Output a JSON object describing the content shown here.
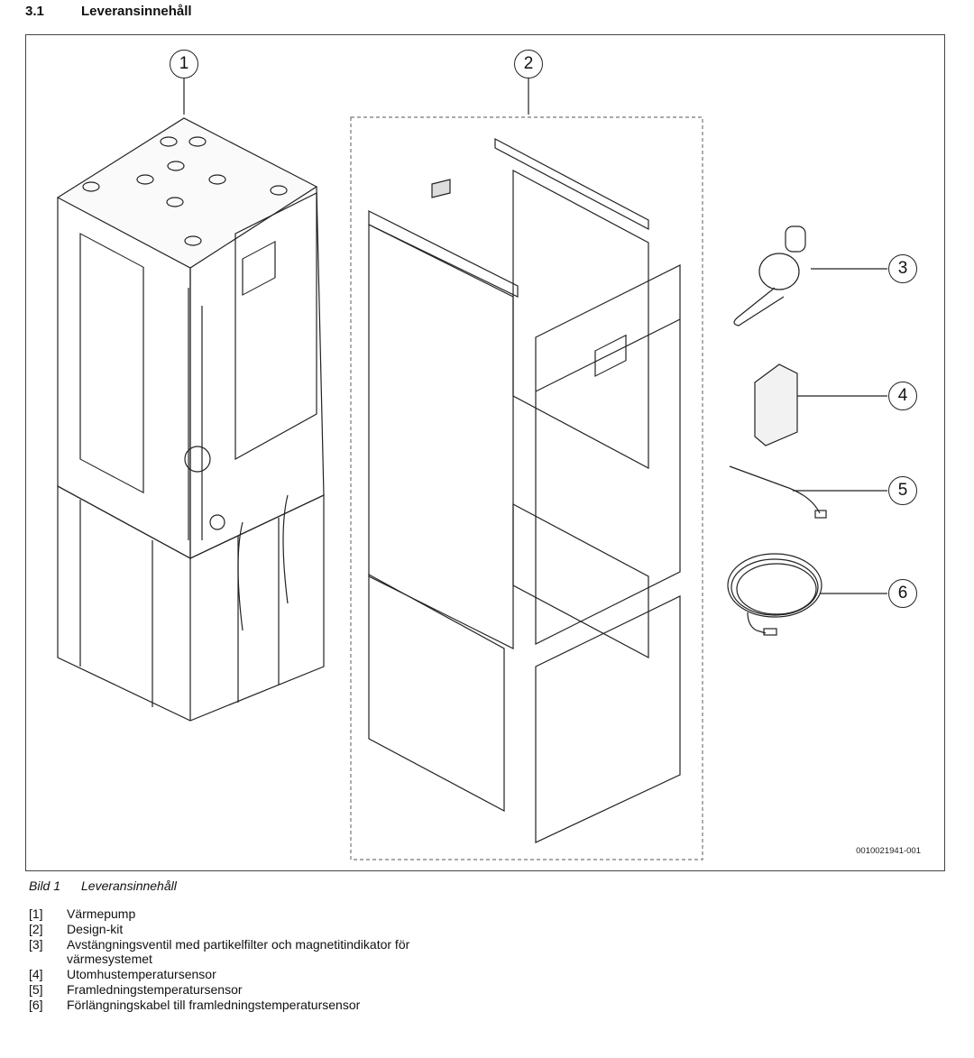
{
  "heading": {
    "number": "3.1",
    "title": "Leveransinnehåll"
  },
  "figure": {
    "id": "0010021941-001",
    "callouts": [
      "1",
      "2",
      "3",
      "4",
      "5",
      "6"
    ]
  },
  "caption": {
    "label": "Bild 1",
    "text": "Leveransinnehåll"
  },
  "legend": [
    {
      "key": "[1]",
      "text": "Värmepump"
    },
    {
      "key": "[2]",
      "text": "Design-kit"
    },
    {
      "key": "[3]",
      "text": "Avstängningsventil med partikelfilter och magnetitindikator för värmesystemet"
    },
    {
      "key": "[4]",
      "text": "Utomhustemperatursensor"
    },
    {
      "key": "[5]",
      "text": "Framledningstemperatursensor"
    },
    {
      "key": "[6]",
      "text": "Förlängningskabel till framledningstemperatursensor"
    }
  ]
}
